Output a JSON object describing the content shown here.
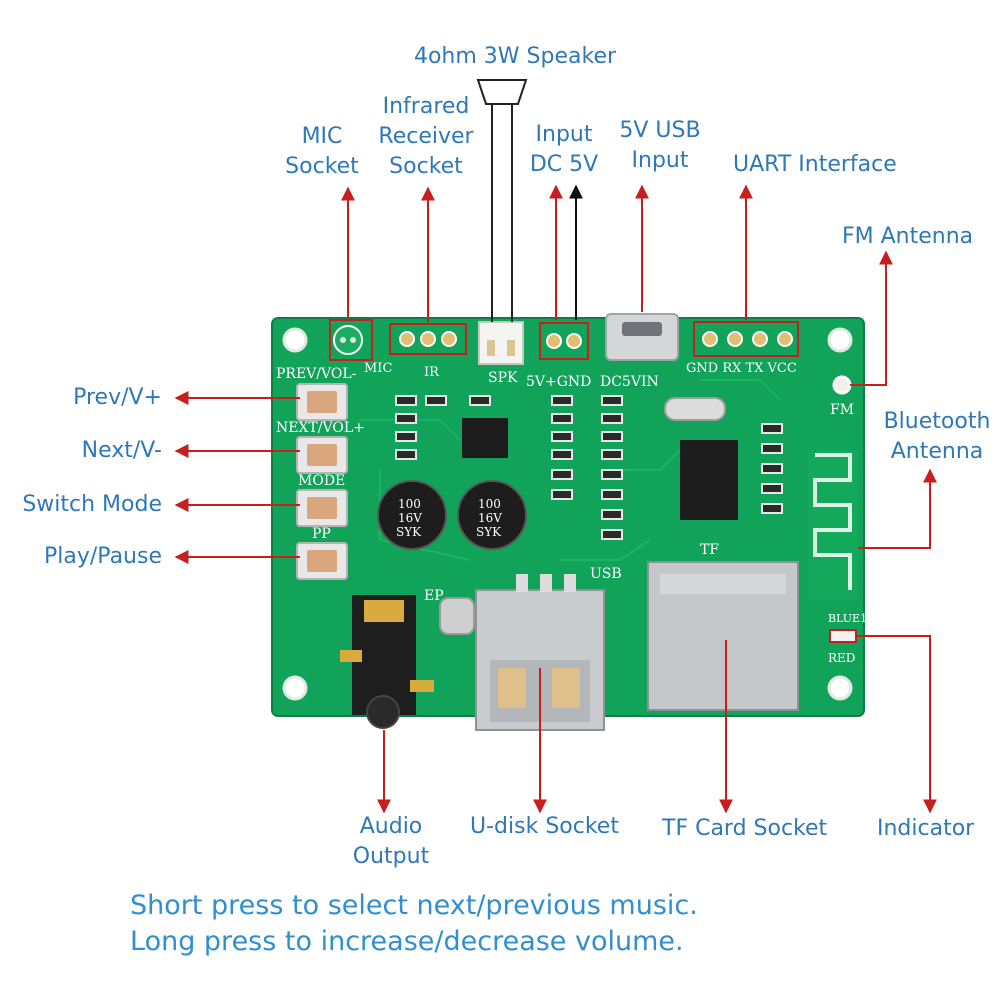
{
  "labels": {
    "speaker": "4ohm 3W Speaker",
    "ir_receiver": [
      "Infrared",
      "Receiver",
      "Socket"
    ],
    "mic": [
      "MIC",
      "Socket"
    ],
    "input_dc": [
      "Input",
      "DC 5V"
    ],
    "usb_input": [
      "5V USB",
      "Input"
    ],
    "uart": "UART Interface",
    "fm_antenna": "FM Antenna",
    "bt_antenna": [
      "Bluetooth",
      "Antenna"
    ],
    "prev": "Prev/V+",
    "next": "Next/V-",
    "mode": "Switch Mode",
    "play": "Play/Pause",
    "audio_out": [
      "Audio",
      "Output"
    ],
    "udisk": "U-disk Socket",
    "tf": "TF Card Socket",
    "indicator": "Indicator"
  },
  "notes": [
    "Short press to select next/previous music.",
    "Long press to increase/decrease volume."
  ],
  "silkscreen": {
    "prev_vol": "PREV/VOL-",
    "next_vol": "NEXT/VOL+",
    "mode": "MODE",
    "pp": "PP",
    "mic": "MIC",
    "spk": "SPK",
    "power": "5V+GND",
    "dc5vin": "DC5VIN",
    "uart_pins": "GND RX TX VCC",
    "fm": "FM",
    "usb": "USB",
    "tf": "TF",
    "ep": "EP",
    "blue": "BLUE1",
    "red": "RED",
    "ir": "IR",
    "cap1": [
      "100",
      "16V",
      "SYK"
    ],
    "cap2": [
      "100",
      "16V",
      "SYK"
    ]
  },
  "colors": {
    "board": "#12a35a",
    "label_text": "#2f78b8",
    "note_text": "#2f8fd0",
    "arrow": "#c81e1e",
    "marker_box": "#c81e1e"
  }
}
